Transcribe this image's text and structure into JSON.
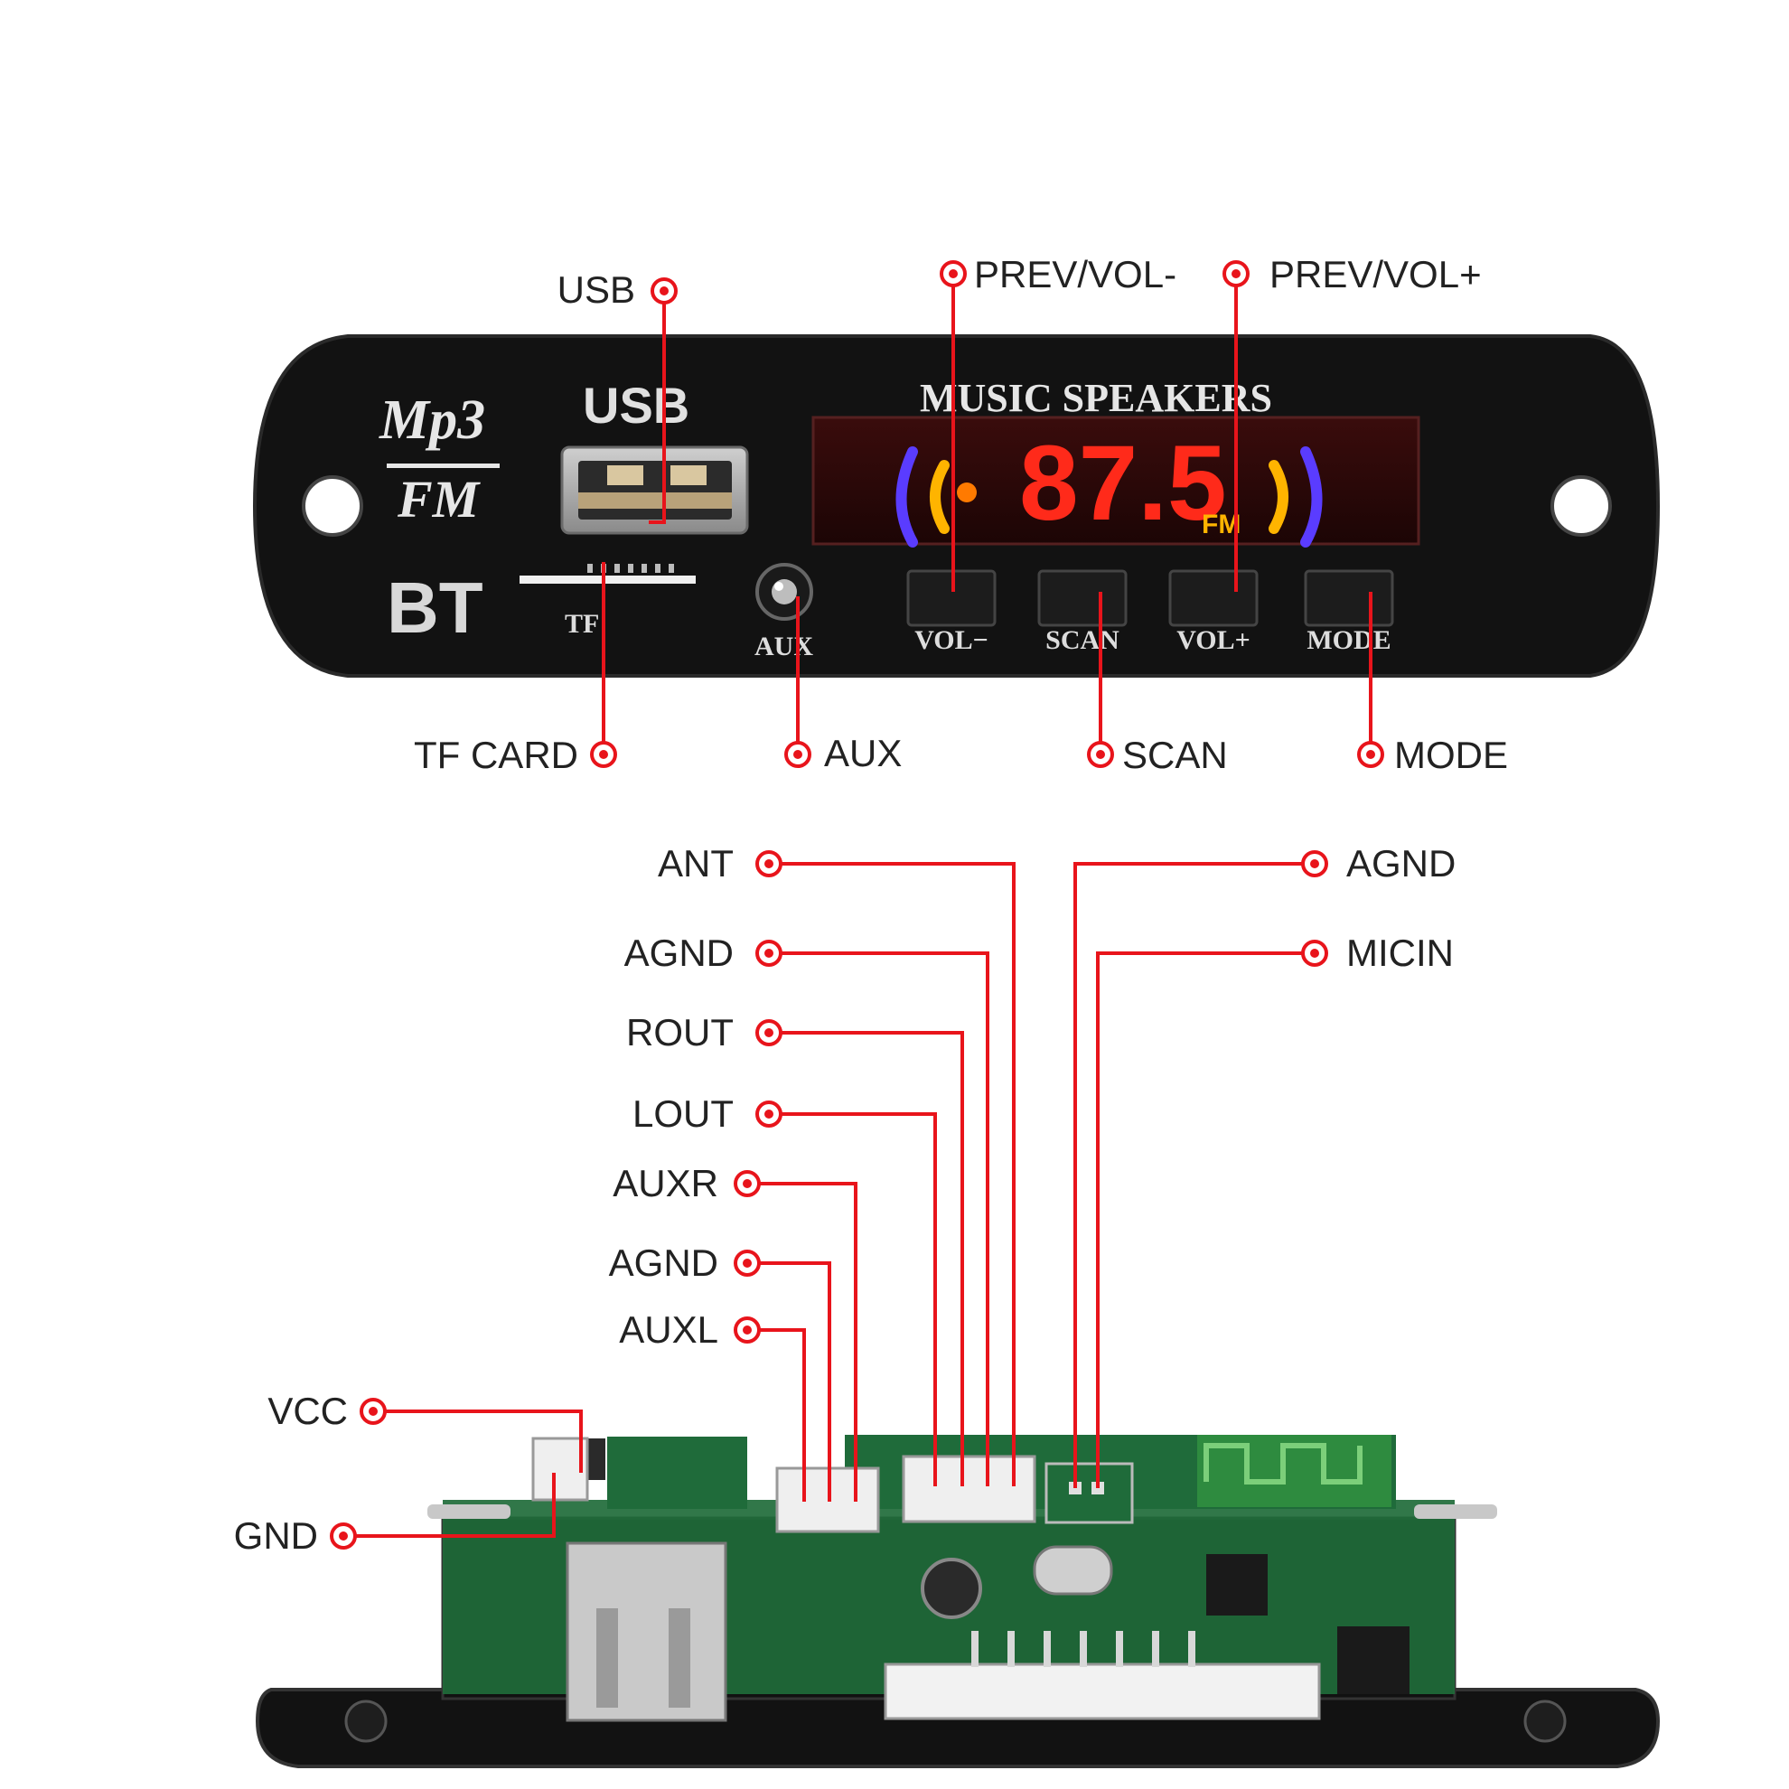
{
  "panel": {
    "logo_top": "Mp3",
    "logo_bottom": "FM",
    "bt": "BT",
    "usb_title": "USB",
    "tf": "TF",
    "aux": "AUX",
    "display_header": "MUSIC SPEAKERS",
    "display_value": "87.5",
    "display_unit": "FM",
    "buttons": [
      "VOL−",
      "SCAN",
      "VOL+",
      "MODE"
    ]
  },
  "callouts": {
    "usb": "USB",
    "prev_vol_minus": "PREV/VOL-",
    "prev_vol_plus": "PREV/VOL+",
    "tf_card": "TF CARD",
    "aux": "AUX",
    "scan": "SCAN",
    "mode": "MODE"
  },
  "pins": {
    "ant": "ANT",
    "agnd_1": "AGND",
    "rout": "ROUT",
    "lout": "LOUT",
    "auxr": "AUXR",
    "agnd_2": "AGND",
    "auxl": "AUXL",
    "vcc": "VCC",
    "gnd": "GND",
    "agnd_right": "AGND",
    "micin": "MICIN"
  },
  "colors": {
    "leader": "#e8141b",
    "panel": "#101010",
    "display_digits": "#ff2a1a",
    "pcb": "#1f6b3a"
  }
}
